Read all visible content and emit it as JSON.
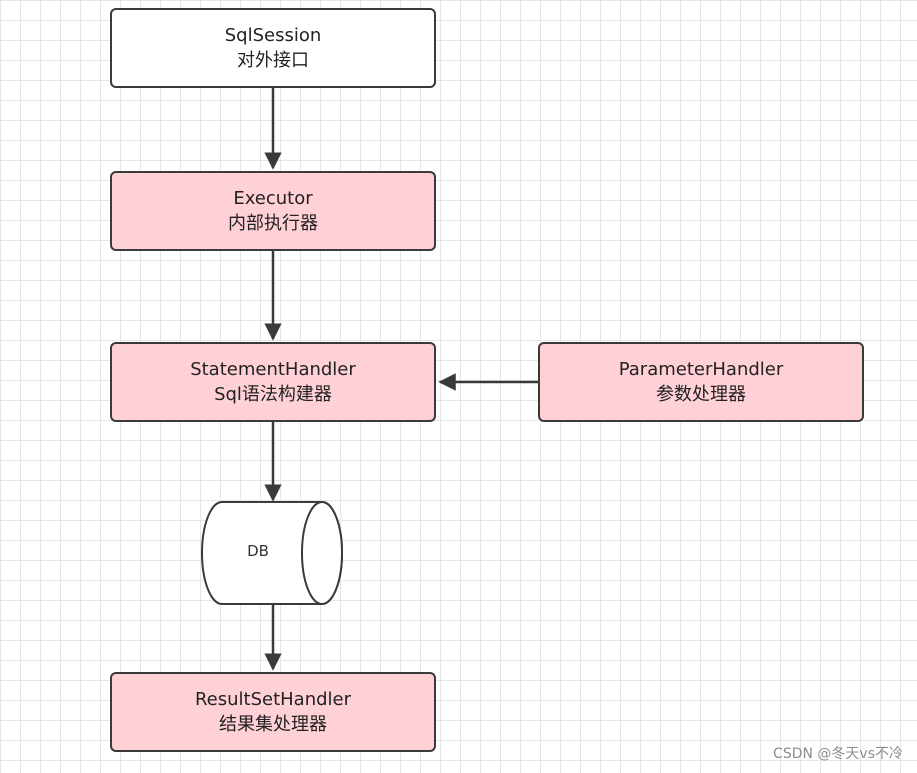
{
  "nodes": {
    "sqlsession": {
      "title": "SqlSession",
      "subtitle": "对外接口"
    },
    "executor": {
      "title": "Executor",
      "subtitle": "内部执行器"
    },
    "statement": {
      "title": "StatementHandler",
      "subtitle": "Sql语法构建器"
    },
    "parameter": {
      "title": "ParameterHandler",
      "subtitle": "参数处理器"
    },
    "db": {
      "label": "DB"
    },
    "resultset": {
      "title": "ResultSetHandler",
      "subtitle": "结果集处理器"
    }
  },
  "edges": [
    {
      "from": "SqlSession",
      "to": "Executor"
    },
    {
      "from": "Executor",
      "to": "StatementHandler"
    },
    {
      "from": "ParameterHandler",
      "to": "StatementHandler"
    },
    {
      "from": "StatementHandler",
      "to": "DB"
    },
    {
      "from": "DB",
      "to": "ResultSetHandler"
    }
  ],
  "colors": {
    "white_node": "#ffffff",
    "pink_node": "#ffd0d6",
    "stroke": "#3a3a3a",
    "grid": "#e6e6e6"
  },
  "watermark": "CSDN @冬天vs不冷"
}
